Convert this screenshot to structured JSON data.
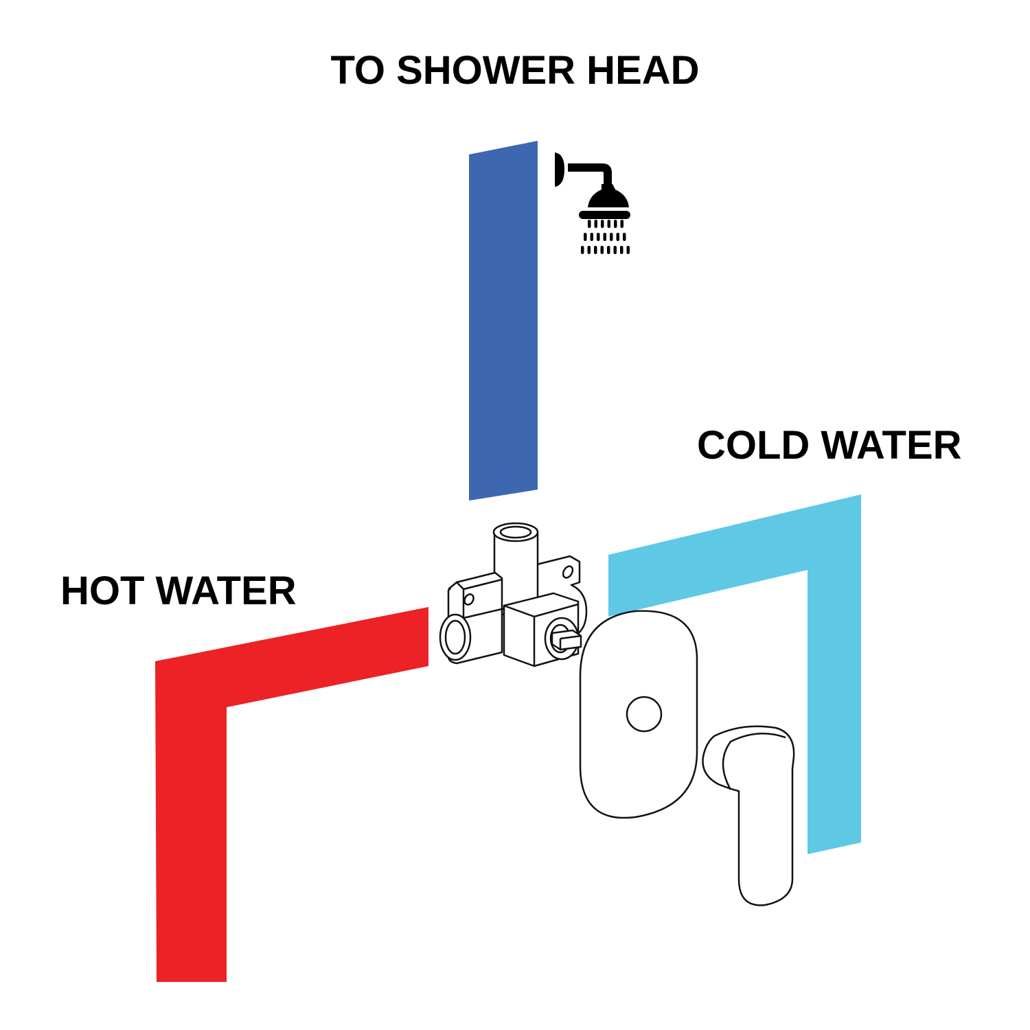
{
  "labels": {
    "shower": "TO SHOWER HEAD",
    "cold": "COLD WATER",
    "hot": "HOT WATER"
  },
  "colors": {
    "shower_pipe": "#3d67b1",
    "cold_pipe": "#5ec8e5",
    "hot_pipe": "#ec2227"
  },
  "icons": [
    "shower-head-icon",
    "diverter-valve-body",
    "trim-plate",
    "lever-handle"
  ]
}
